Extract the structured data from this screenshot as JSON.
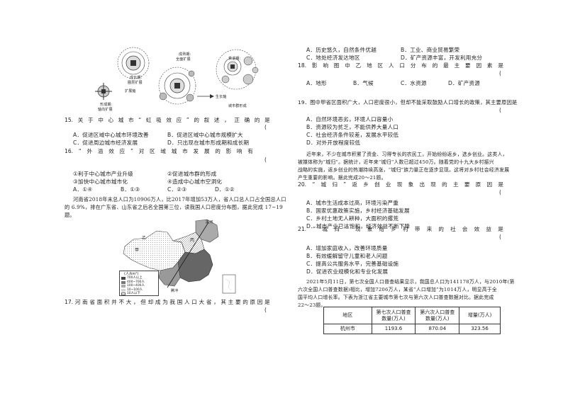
{
  "diagram": {
    "labels": {
      "growth_period": "成长期:",
      "growth_period_2": "圈层扩展",
      "mature_period": "成熟期:",
      "mature_period_2": "全面扩展",
      "fading_period": "衰退期:",
      "fading_period_2": "城市群形成",
      "expansion_axis": "扩展轴",
      "growth_axis": "生长轴",
      "formation_period": "形成期:",
      "formation_period_2": "轴向扩展"
    }
  },
  "questions_left": {
    "q15": {
      "chars": [
        "15.",
        "关",
        "于",
        "中",
        "心",
        "城",
        "市",
        "“",
        "虹",
        "吸",
        "效",
        "应",
        "”",
        "的",
        "叙",
        "述",
        "，",
        "正",
        "确",
        "的",
        "是"
      ],
      "paren": "("
    },
    "q15_options": {
      "a": "A．促进区域中心城市环境改善",
      "b": "B．促进区域中心城市规模扩大",
      "c": "C．促进周边城市经济发展",
      "d": "D．只出现在城市形成期和成长期"
    },
    "q16": {
      "chars": [
        "16.",
        "“",
        "外",
        "溢",
        "效",
        "应",
        "”",
        "对",
        "区",
        "域",
        "城",
        "市",
        "发",
        "展",
        "的",
        "影",
        "响",
        "有"
      ],
      "paren": "("
    },
    "q16_options": {
      "s1": "①利于中心城市产业升级",
      "s2": "②促进城市群的形成",
      "s3": "③加快中心城市城市化",
      "s4": "④造成中心城市空洞化",
      "a": "A．①④",
      "b": "B．①③",
      "c": "C．②③",
      "d": "D．①②"
    },
    "passage_henan": {
      "line1": "河南省2018年末总人口为10906万人，比2017年增加53万人，省人口总人口占全国总人口",
      "line2": "的 6.9%，排在广东省、山东省之后名全国第三位，读我国人口密度分布图，据此完成 17~19",
      "line3": "题。"
    },
    "map": {
      "region_jia": "甲",
      "region_yi": "乙",
      "region_bing": "丙",
      "heihe": "黑河",
      "tengchong": "腾冲",
      "legend_title": "(人/km²)",
      "legend_items": [
        "700人以上",
        "400~700人",
        "100~400人",
        "10~100人",
        "10人以下"
      ]
    },
    "q17": {
      "chars": [
        "17.",
        "河",
        "南",
        "省",
        "面",
        "积",
        "并",
        "不",
        "大",
        "，",
        "但",
        "却",
        "成",
        "为",
        "我",
        "国",
        "人",
        "口",
        "大",
        "省",
        "，",
        "其",
        "主",
        "要",
        "的",
        "原",
        "因",
        "是"
      ],
      "paren": "("
    }
  },
  "questions_right": {
    "q17_options": {
      "a": "A．历史悠久，自然条件优越",
      "b": "B．工业、商业贸易繁荣",
      "c": "C．地处经济发达地区",
      "d": "D．矿产资源丰富，开发利用充分"
    },
    "q18": {
      "chars": [
        "18.",
        "影",
        "响",
        "图",
        "中",
        "乙",
        "地",
        "区",
        "人",
        "口",
        "分",
        "布",
        "的",
        "最",
        "主",
        "要",
        "因",
        "素",
        "是"
      ],
      "paren": "("
    },
    "q18_options": {
      "a": "A．地形",
      "b": "B．气候",
      "c": "C．水资源",
      "d": "D．矿产资源"
    },
    "q19": {
      "text": "19．图中甲省区面积广大，人口密度很小，但却不能采取鼓励人口增长的政策，其主要原因是",
      "paren": "("
    },
    "q19_options": {
      "a": "A．自然环境恶劣，环境人口容量小",
      "b": "B．资源较为贫乏，不能供养大量人口",
      "c": "C．社会经济条件较差，发展水平较低",
      "d": "D．对外开放程度较低"
    },
    "passage_cheng_gui": {
      "line1": "近年来，不少在城市积累了资金、习得专长的农民工，开始纷纷返乡，选乡创业。这类人，",
      "line2": "被媒体称为“城归”。据统计，近年来“城归”人数已超过450万。随着党的十九大乡村振兴",
      "line3": "战略的实施，返乡创业的热潮持续高涨，“城归”族力量正在逐步显现。这将对乡村社会经济发展",
      "line4": "产生重要的影响。据此完成20～21题。"
    },
    "q20": {
      "chars": [
        "20.",
        "“",
        "城",
        "归",
        "”",
        "返",
        "乡",
        "创",
        "业",
        "现",
        "象",
        "出",
        "现",
        "的",
        "主",
        "要",
        "原",
        "因",
        "是"
      ],
      "paren": "("
    },
    "q20_options": {
      "a": "A．城市生活成本过高，环境污染严重",
      "b": "B．国家优惠政策实施，乡村经济基础发展",
      "c": "C．乡村土地无人耕种，大面积的撂荒",
      "d": "D．城市产业已达饱和，经济效益不断下降"
    },
    "q21": {
      "chars": [
        "21.",
        "“",
        "城",
        "归",
        "”",
        "现",
        "象",
        "给",
        "乡",
        "村",
        "带",
        "来",
        "的",
        "社",
        "会",
        "效",
        "益",
        "是"
      ],
      "paren": "("
    },
    "q21_options": {
      "a": "A．增加家庭收入，改善环境质量",
      "b": "B．有效缓解留守儿童和老人问题",
      "c": "C．提高公共服务水平，完善基础设施",
      "d": "D．促进农业规模化和专业化发展"
    },
    "passage_census": {
      "line1": "2021年5月11日，第七次全国人口普查结果显示，我国总人口为141178万人，与2010年(第",
      "line2": "六次全国人口普查数据)相比，增加7206万人，某省“人口增加”为1014万人，明显高于全",
      "line3": "国平均人口增长率。下表为浙江省主要城市第七次与第六次人口普查数据对比。据此完成",
      "line4": "22～23题。"
    },
    "table": {
      "headers": [
        "地区",
        "第七次人口普查数量(万人)",
        "第六次人口普查数量(万人)",
        "增量(万人)"
      ],
      "rows": [
        [
          "杭州市",
          "1193.6",
          "870.04",
          "323.56"
        ]
      ]
    }
  }
}
